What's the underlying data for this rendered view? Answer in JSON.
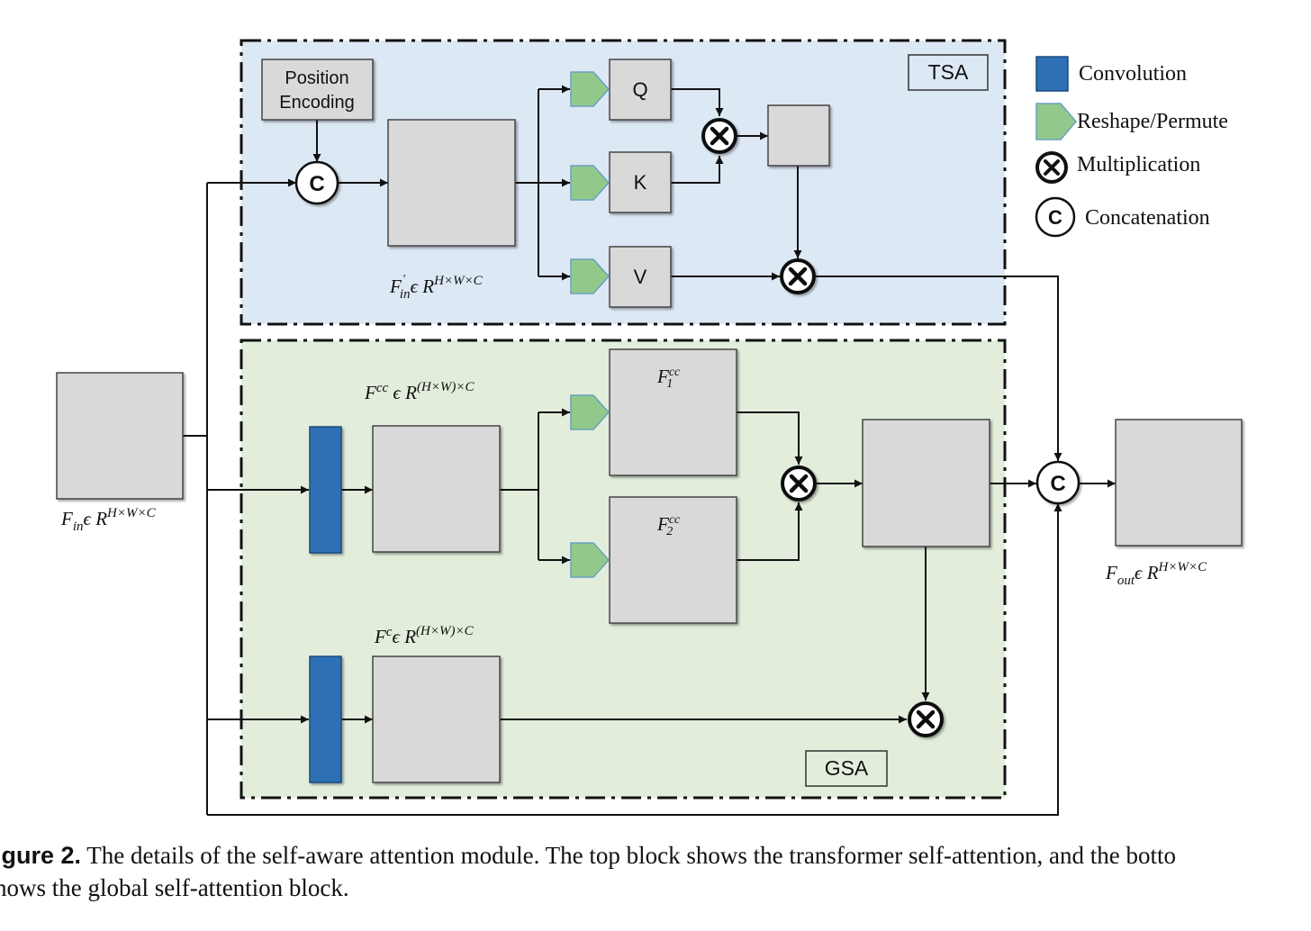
{
  "blocks": {
    "tsa_label": "TSA",
    "gsa_label": "GSA"
  },
  "nodes": {
    "position_encoding_line1": "Position",
    "position_encoding_line2": "Encoding",
    "concat_symbol": "C",
    "q": "Q",
    "k": "K",
    "v": "V"
  },
  "math": {
    "f_in": {
      "base": "F",
      "sub": "in",
      "rest": "ϵ R",
      "sup": "H×W×C"
    },
    "f_in_prime": {
      "base": "F",
      "sub": "in",
      "prime": "′",
      "rest": "ϵ R",
      "sup": "H×W×C"
    },
    "f_cc": {
      "base": "F",
      "sup1": "cc",
      "rest": " ϵ R",
      "sup": "(H×W)×C"
    },
    "f_c": {
      "base": "F",
      "sup1": "c",
      "rest": "ϵ R",
      "sup": "(H×W)×C"
    },
    "f1_cc": {
      "base": "F",
      "sup": "cc",
      "sub": "1"
    },
    "f2_cc": {
      "base": "F",
      "sup": "cc",
      "sub": "2"
    },
    "f_out": {
      "base": "F",
      "sub": "out",
      "rest": "ϵ R",
      "sup": "H×W×C"
    }
  },
  "legend": {
    "convolution": "Convolution",
    "reshape": "Reshape/Permute",
    "multiplication": "Multiplication",
    "concatenation": "Concatenation"
  },
  "caption": {
    "label": "igure 2.",
    "line1": " The details of the self-aware attention module. The top block shows the transformer self-attention, and the botto",
    "line2": "hows the global self-attention block."
  },
  "colors": {
    "tsa_bg": "#dde8f5",
    "gsa_bg": "#e2eedb",
    "box_fill": "#d9d9d9",
    "conv_blue": "#2e6fb5",
    "reshape_green": "#92c98b"
  }
}
